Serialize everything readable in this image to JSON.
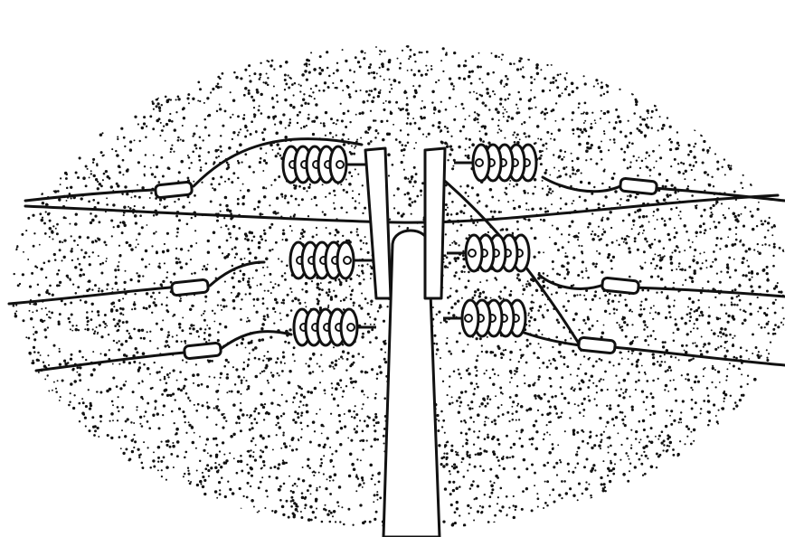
{
  "illustration": {
    "subject": "utility-pole-with-suspension-insulators",
    "style": "black ink line art on white with stippled oval background",
    "colors": {
      "ink": "#111111",
      "paper": "#ffffff",
      "fill": "#ffffff"
    },
    "crossarm_levels": 3,
    "insulator_strings_count": 6,
    "discs_per_string": 5,
    "wires_count": 6
  }
}
